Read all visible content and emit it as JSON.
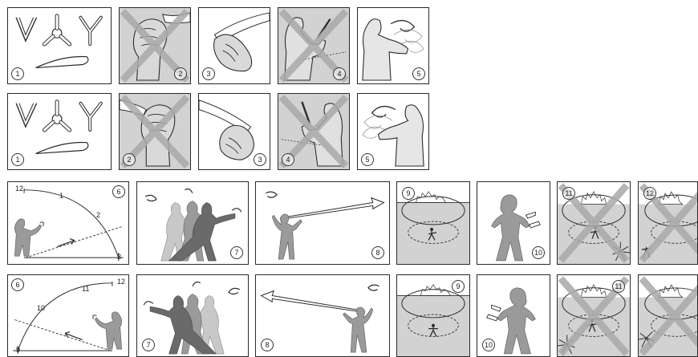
{
  "panel_numbers": {
    "r1": [
      "1",
      "2",
      "3",
      "4",
      "5"
    ],
    "r2": [
      "1",
      "2",
      "3",
      "4",
      "5"
    ],
    "r3": [
      "6",
      "7",
      "8",
      "9",
      "10",
      "11",
      "12"
    ],
    "r4": [
      "6",
      "7",
      "8",
      "9",
      "10",
      "11"
    ]
  },
  "clock_labels": {
    "r3": [
      "12",
      "1",
      "2",
      "3"
    ],
    "r4": [
      "12",
      "11",
      "10",
      "9"
    ]
  },
  "colors": {
    "stroke": "#2a2a2a",
    "shade": "#d2d2d2",
    "cross": "#a9a9a9",
    "figure": "#9a9a9a",
    "figure_light": "#c8c8c8",
    "figure_dark": "#666666"
  },
  "icons": [
    "boomerang-shapes-icon",
    "hand-grip-icon",
    "cross-out-icon",
    "thrower-figure-icon",
    "trajectory-ellipse-icon",
    "arrow-icon",
    "impact-burst-icon"
  ]
}
